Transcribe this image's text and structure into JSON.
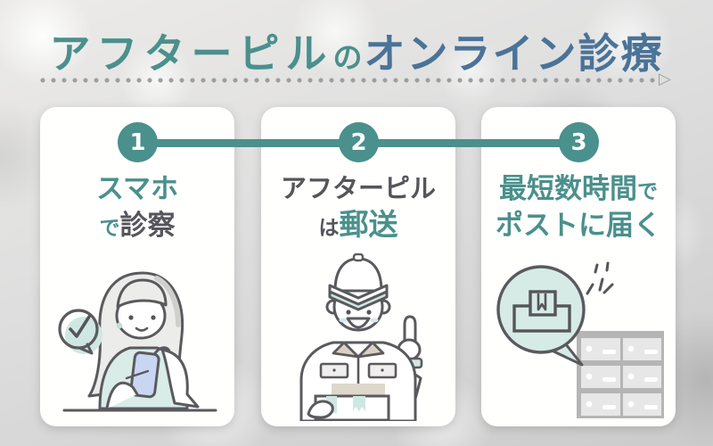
{
  "title": {
    "part1": "アフターピル",
    "particle": "の",
    "part2": "オンライン診療"
  },
  "separator": {
    "arrow": "▷"
  },
  "steps": [
    {
      "number": "1",
      "line1_main": "スマホ",
      "line1_small": "",
      "line2_small": "で",
      "line2_main": "診察",
      "illustration": "woman-consulting-on-smartphone"
    },
    {
      "number": "2",
      "line1_main": "アフターピル",
      "line1_small": "",
      "line2_small": "は",
      "line2_main": "郵送",
      "illustration": "delivery-worker-with-package"
    },
    {
      "number": "3",
      "line1_main": "最短数時間",
      "line1_small": "で",
      "line2_small": "",
      "line2_main": "ポストに届く",
      "illustration": "package-delivered-to-mailbox"
    }
  ],
  "colors": {
    "teal_accent": "#4a908c",
    "blue_accent": "#4a7398",
    "dark_text": "#55555a",
    "mint_fill": "#d6ebe6",
    "phone_blue": "#c9d6f2",
    "beige": "#d8d1c2",
    "dot_gray": "#9e9e9e",
    "mailbox_frame": "#b5b5b5",
    "card_bg": "#ffffff"
  }
}
